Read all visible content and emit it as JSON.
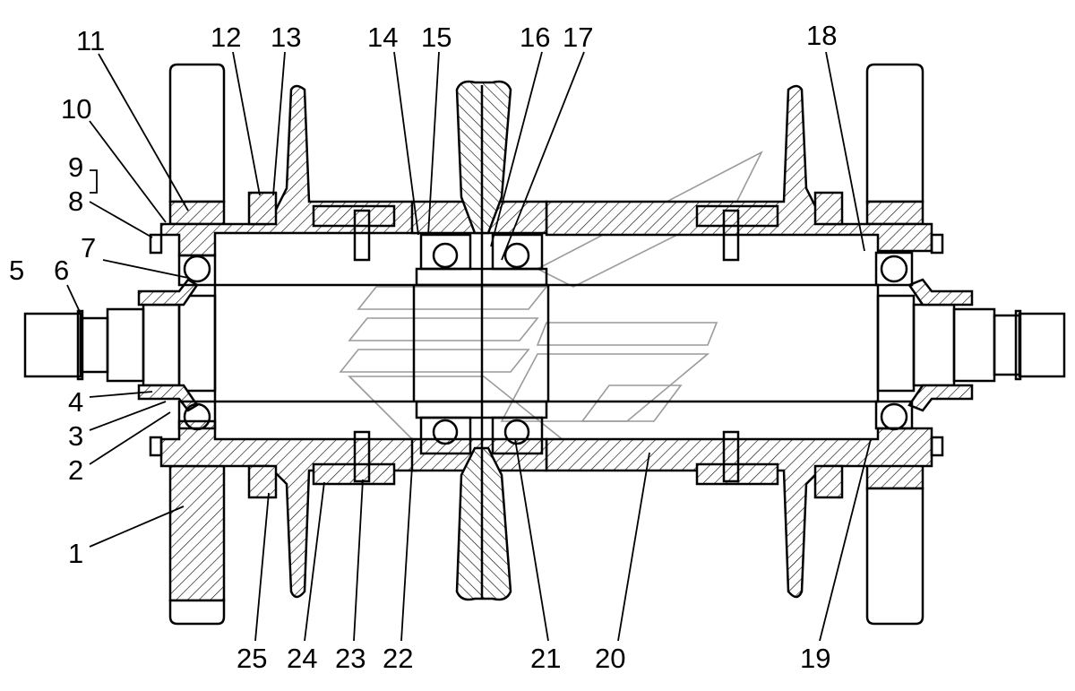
{
  "labels": {
    "l1": "1",
    "l2": "2",
    "l3": "3",
    "l4": "4",
    "l5": "5",
    "l6": "6",
    "l7": "7",
    "l8": "8",
    "l9": "9",
    "l10": "10",
    "l11": "11",
    "l12": "12",
    "l13": "13",
    "l14": "14",
    "l15": "15",
    "l16": "16",
    "l17": "17",
    "l18": "18",
    "l19": "19",
    "l20": "20",
    "l21": "21",
    "l22": "22",
    "l23": "23",
    "l24": "24",
    "l25": "25"
  },
  "colors": {
    "stroke": "#000000",
    "background": "#ffffff",
    "watermark": "#9a9a9a"
  }
}
